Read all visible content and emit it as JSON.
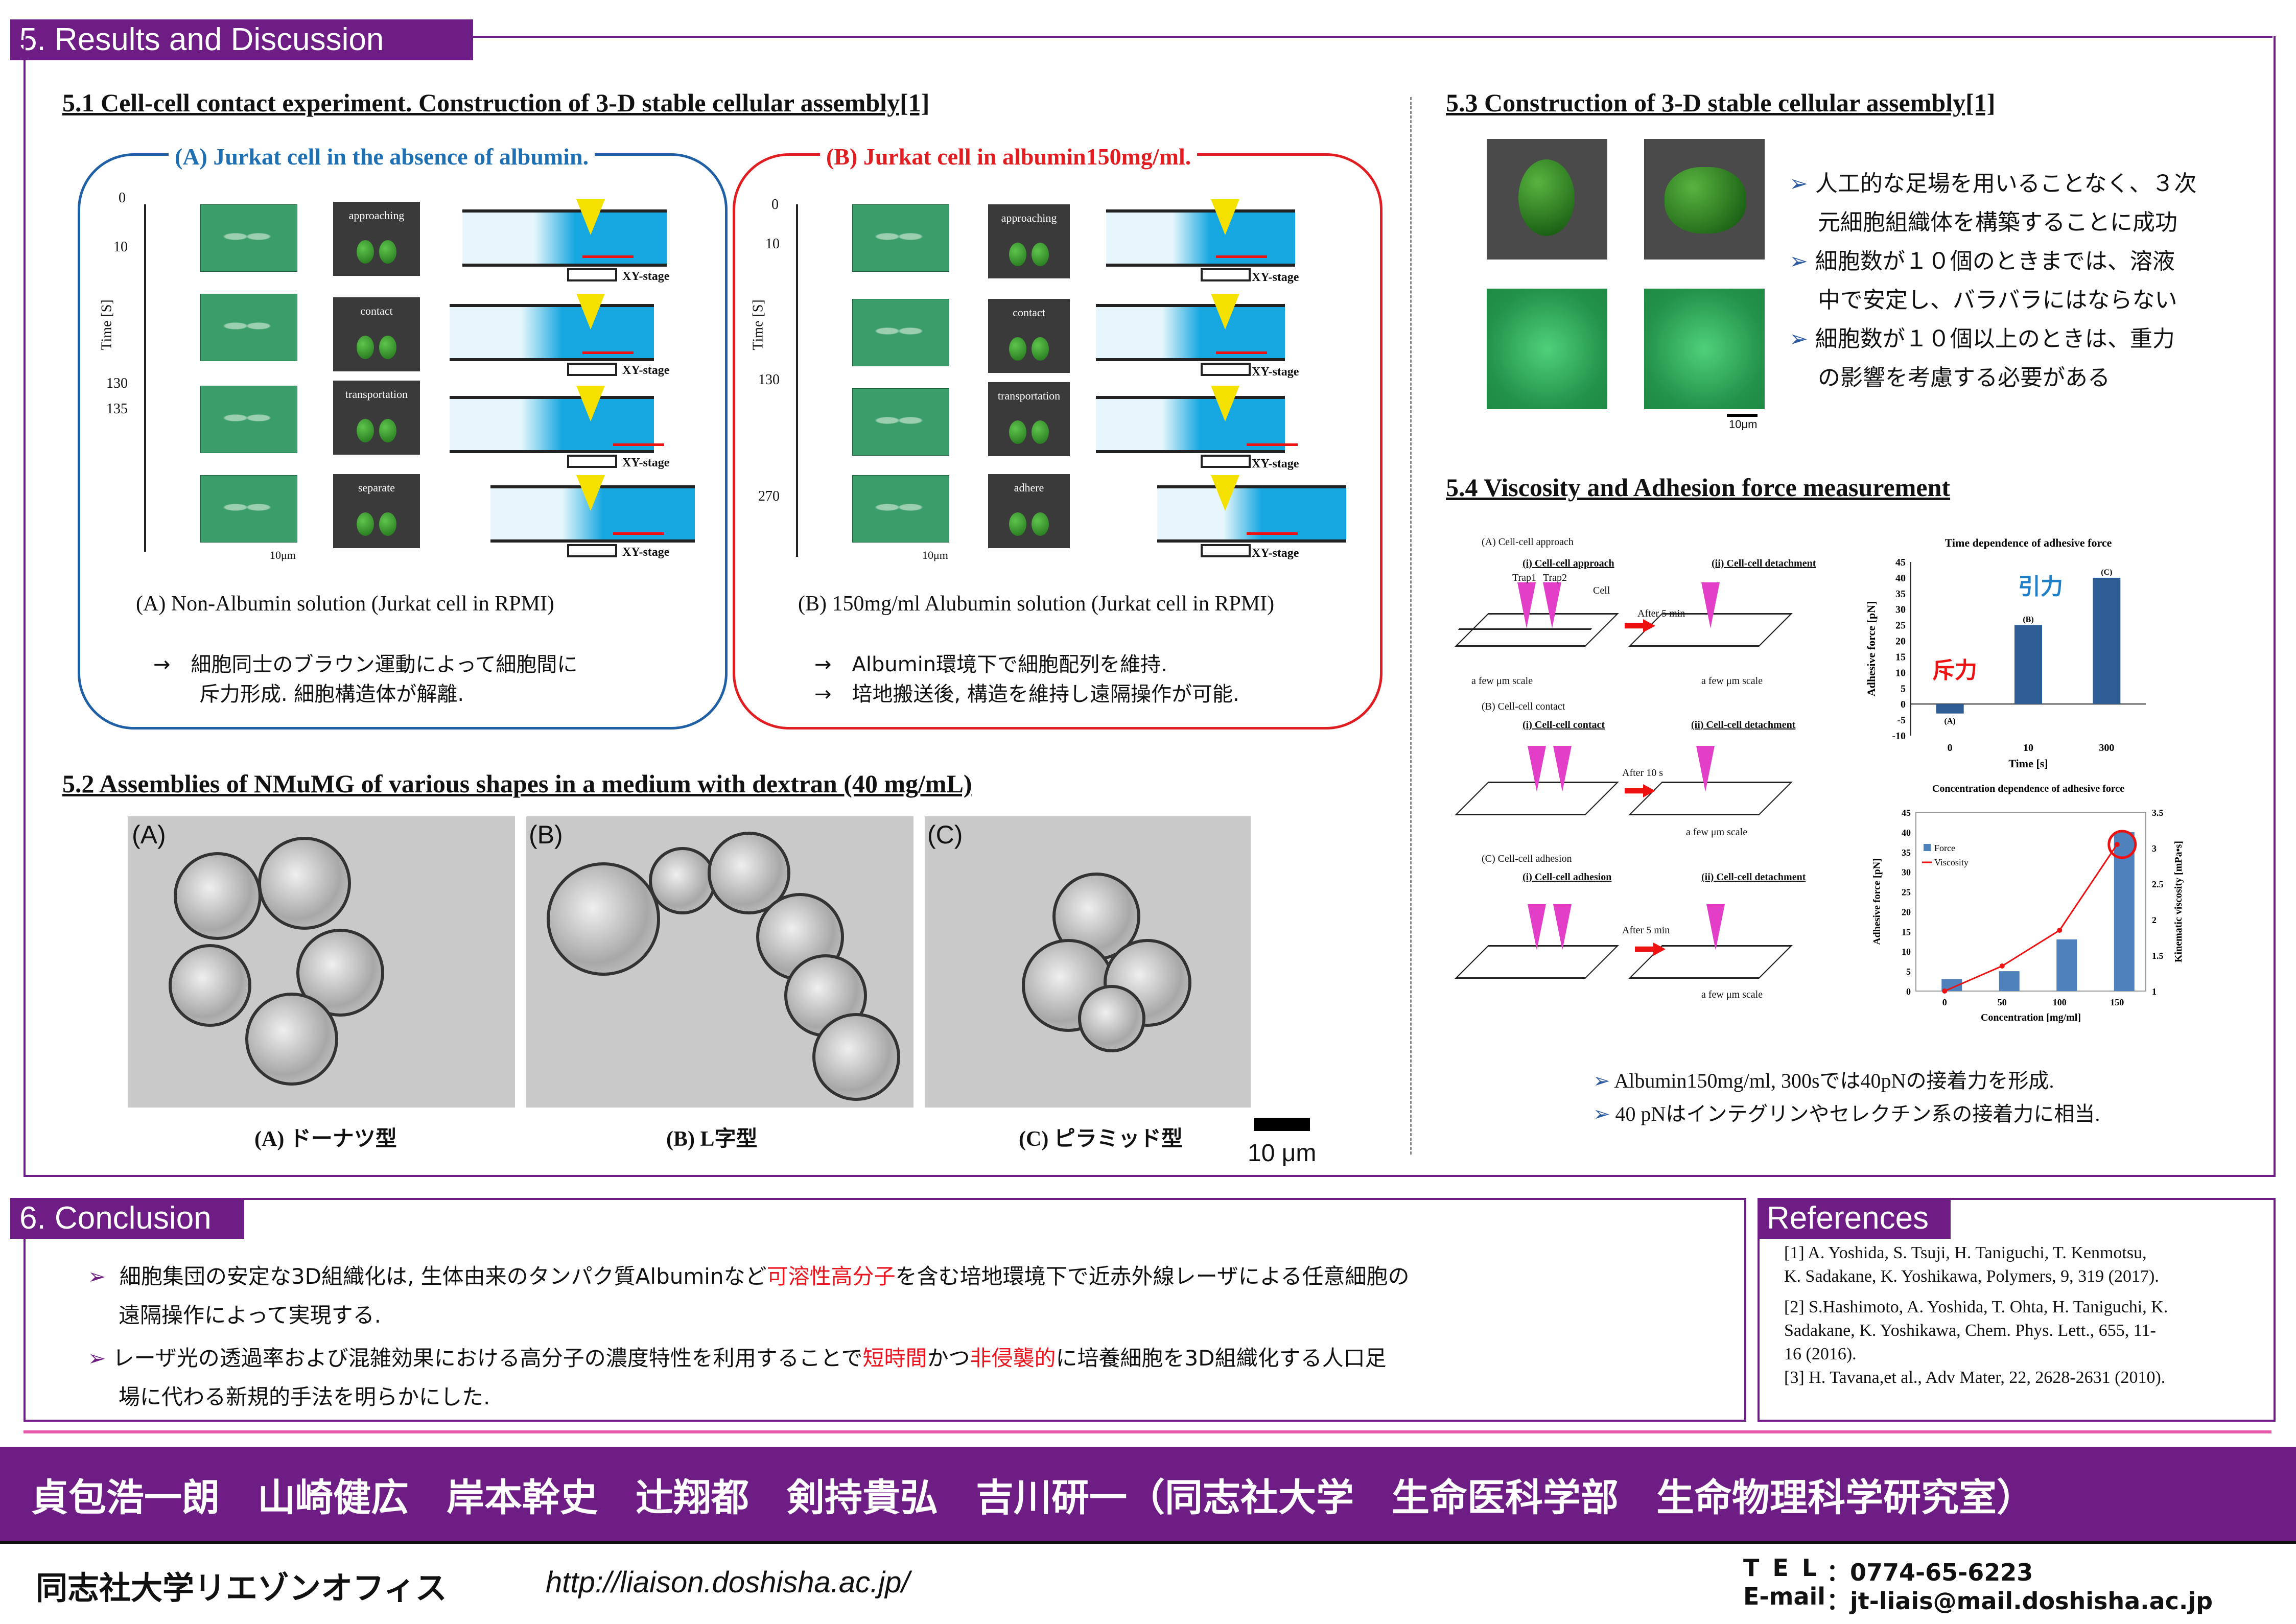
{
  "section5": {
    "title": "5. Results and Discussion"
  },
  "s51": {
    "heading": "5.1 Cell-cell contact experiment. Construction of 3-D stable cellular assembly[1]",
    "panelA": {
      "title": "(A) Jurkat cell in the absence of albumin.",
      "times": [
        "0",
        "10",
        "130",
        "135"
      ],
      "axis": "Time [S]",
      "steps": [
        "approaching",
        "contact",
        "transportation",
        "separate"
      ],
      "stage": "XY-stage",
      "scale": "10μm",
      "caption": "(A) Non-Albumin solution   (Jurkat cell in RPMI)",
      "note1": "→　細胞同士のブラウン運動によって細胞間に",
      "note2": "斥力形成. 細胞構造体が解離."
    },
    "panelB": {
      "title": "(B) Jurkat cell in albumin150mg/ml.",
      "times": [
        "0",
        "10",
        "130",
        "270"
      ],
      "axis": "Time [S]",
      "steps": [
        "approaching",
        "contact",
        "transportation",
        "adhere"
      ],
      "stage": "XY-stage",
      "scale": "10μm",
      "caption": "(B) 150mg/ml Alubumin solution  (Jurkat cell in RPMI)",
      "note1": "→　Albumin環境下で細胞配列を維持.",
      "note2": "→　培地搬送後, 構造を維持し遠隔操作が可能."
    }
  },
  "s52": {
    "heading": "5.2 Assemblies of NMuMG of various shapes in a medium with dextran (40 mg/mL)",
    "labels": [
      "(A)",
      "(B)",
      "(C)"
    ],
    "captions": [
      "(A) ドーナツ型",
      "(B) L字型",
      "(C) ピラミッド型"
    ],
    "scale": "10 μm"
  },
  "s53": {
    "heading": "5.3  Construction of 3-D stable cellular assembly[1]",
    "scale": "10μm",
    "bullets": [
      "人工的な足場を用いることなく、３次",
      "元細胞組織体を構築することに成功",
      "細胞数が１０個のときまでは、溶液",
      "中で安定し、バラバラにはならない",
      "細胞数が１０個以上のときは、重力",
      "の影響を考慮する必要がある"
    ]
  },
  "s54": {
    "heading": "5.4  Viscosity and Adhesion force measurement",
    "schem": {
      "a": "(A) Cell-cell approach",
      "b": "(B) Cell-cell contact",
      "c": "(C) Cell-cell adhesion",
      "approach": "(i) Cell-cell approach",
      "contact": "(i) Cell-cell contact",
      "adhesion": "(i) Cell-cell adhesion",
      "detach": "(ii) Cell-cell detachment",
      "trap1": "Trap1",
      "trap2": "Trap2",
      "cell": "Cell",
      "after5": "After 5 min",
      "after10": "After 10 s",
      "scale": "a few μm scale"
    },
    "bullet1": "Albumin150mg/ml, 300sでは40pNの接着力を形成.",
    "bullet2": "40 pNはインテグリンやセレクチン系の接着力に相当."
  },
  "chart_data": [
    {
      "type": "bar",
      "title": "Time dependence of adhesive force",
      "xlabel": "Time [s]",
      "ylabel": "Adhesive force [pN]",
      "categories": [
        "0",
        "10",
        "300"
      ],
      "values": [
        -3,
        25,
        40
      ],
      "bar_labels": [
        "(A)",
        "(B)",
        "(C)"
      ],
      "ylim": [
        -10,
        45
      ],
      "yticks": [
        "45",
        "40",
        "35",
        "30",
        "25",
        "20",
        "15",
        "10",
        "5",
        "0",
        "-5",
        "-10"
      ],
      "annotations": [
        "引力",
        "斥力"
      ],
      "color": "#2e5d95"
    },
    {
      "type": "bar",
      "title": "Concentration dependence of adhesive force",
      "xlabel": "Concentration [mg/ml]",
      "ylabel": "Adhesive force [pN]",
      "y2label": "Kinematic viscosity [mPa•s]",
      "categories": [
        "0",
        "50",
        "100",
        "150"
      ],
      "series": [
        {
          "name": "Force",
          "values": [
            3,
            5,
            13,
            40
          ]
        },
        {
          "name": "Viscosity",
          "values": [
            1.0,
            1.35,
            1.85,
            3.05
          ]
        }
      ],
      "ylim": [
        0,
        45
      ],
      "y2lim": [
        1,
        3.5
      ],
      "yticks": [
        "45",
        "40",
        "35",
        "30",
        "25",
        "20",
        "15",
        "10",
        "5",
        "0"
      ],
      "y2ticks": [
        "3.5",
        "3",
        "2.5",
        "2",
        "1.5",
        "1"
      ],
      "colors": [
        "#4f81bd",
        "#e11"
      ]
    }
  ],
  "s6": {
    "title": "6. Conclusion",
    "l1a": "細胞集団の安定な3D組織化は, 生体由来のタンパク質Albuminなど",
    "l1b": "可溶性高分子",
    "l1c": "を含む培地環境下で近赤外線レーザによる任意細胞の",
    "l2": "遠隔操作によって実現する.",
    "l3a": "レーザ光の透過率および混雑効果における高分子の濃度特性を利用することで",
    "l3b": "短時間",
    "l3c": "かつ",
    "l3d": "非侵襲的",
    "l3e": "に培養細胞を3D組織化する人口足",
    "l4": "場に代わる新規的手法を明らかにした."
  },
  "refs": {
    "title": "References",
    "r1": "[1] A. Yoshida, S. Tsuji, H. Taniguchi, T. Kenmotsu,",
    "r1b": "K. Sadakane, K. Yoshikawa, Polymers, 9, 319 (2017).",
    "r2": "[2] S.Hashimoto, A. Yoshida, T. Ohta, H. Taniguchi, K.",
    "r2b": "Sadakane, K. Yoshikawa, Chem. Phys. Lett., 655, 11-",
    "r2c": "16 (2016).",
    "r3": "[3] H. Tavana,et al.,  Adv Mater, 22, 2628-2631 (2010)."
  },
  "authors": "貞包浩一朗　山崎健広　岸本幹史　辻翔都　剣持貴弘　吉川研一（同志社大学　生命医科学部　生命物理科学研究室）",
  "footer": {
    "office": "同志社大学リエゾンオフィス",
    "url": "http://liaison.doshisha.ac.jp/",
    "tel_label": "T E L",
    "tel": "：0774-65-6223",
    "mail_label": "E-mail",
    "mail": "：jt-liais@mail.doshisha.ac.jp"
  }
}
